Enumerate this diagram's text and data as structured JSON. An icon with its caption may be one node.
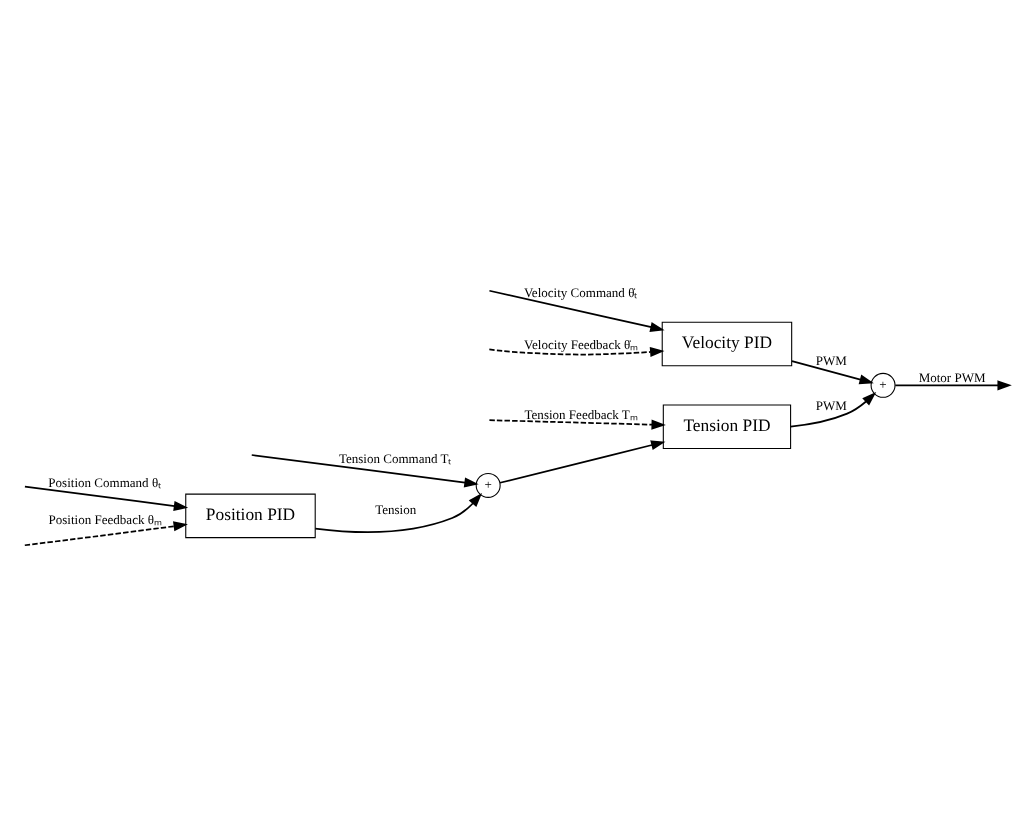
{
  "diagram": {
    "nodes": [
      {
        "text": [
          "Position PID"
        ]
      },
      {
        "text": [
          "Tension PID"
        ]
      },
      {
        "text": [
          "Velocity PID"
        ]
      },
      {
        "text": [
          "+"
        ]
      },
      {
        "text": [
          "+"
        ]
      }
    ],
    "edges": [
      {
        "from": null,
        "to": 0,
        "arrow": "to",
        "label": "Position Command θₜ"
      },
      {
        "from": null,
        "to": 0,
        "arrow": "to",
        "style": "dashed",
        "label": "Position Feedback θₘ"
      },
      {
        "from": 0,
        "to": 3,
        "arrow": "to",
        "label": "Tension"
      },
      {
        "from": null,
        "to": 3,
        "arrow": "to",
        "label": "Tension Command Tₜ"
      },
      {
        "from": 3,
        "to": 1,
        "arrow": "to"
      },
      {
        "from": null,
        "to": 1,
        "arrow": "to",
        "style": "dashed",
        "label": "Tension Feedback Tₘ"
      },
      {
        "from": 1,
        "to": 4,
        "arrow": "to",
        "label": "PWM"
      },
      {
        "from": null,
        "to": 2,
        "arrow": "to",
        "label": "Velocity Command θ̇ₜ"
      },
      {
        "from": 2,
        "to": 4,
        "arrow": "to",
        "label": "PWM"
      },
      {
        "from": null,
        "to": 2,
        "arrow": "to",
        "style": "dashed",
        "label": "Velocity Feedback θ̇ₘ"
      },
      {
        "from": 4,
        "to": null,
        "arrow": "to",
        "label": "Motor PWM"
      }
    ]
  }
}
